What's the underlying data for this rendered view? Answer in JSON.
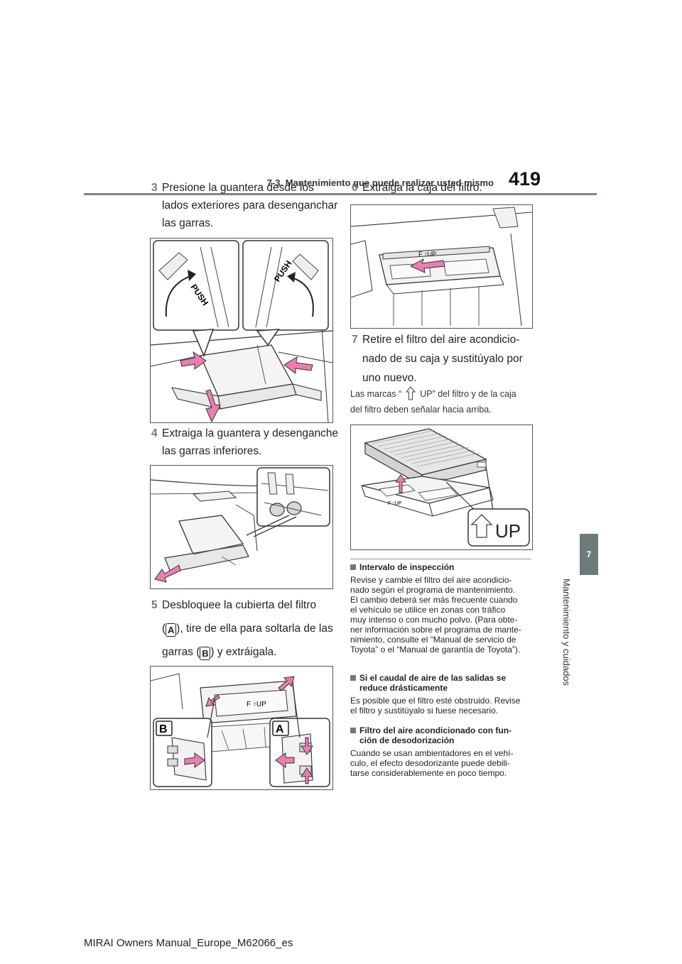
{
  "header": {
    "section_title": "7-3. Mantenimiento que puede realizar usted mismo",
    "page_number": "419"
  },
  "side_tab": {
    "chapter_number": "7",
    "chapter_title": "Mantenimiento y cuidados"
  },
  "steps": {
    "s3": {
      "num": "3",
      "line1": "Presione la guantera desde los",
      "line2": "lados exteriores para desenganchar",
      "line3": "las garras."
    },
    "s4": {
      "num": "4",
      "line1": "Extraiga la guantera y desenganche",
      "line2": "las garras inferiores."
    },
    "s5": {
      "num": "5",
      "line1": "Desbloquee la cubierta del filtro",
      "line2_pre": "(",
      "label_a": "A",
      "line2_post": "), tire de ella para soltarla de las",
      "line3_pre": "garras (",
      "label_b": "B",
      "line3_post": ") y extráigala."
    },
    "s6": {
      "num": "6",
      "line1": "Extraiga la caja del filtro."
    },
    "s7": {
      "num": "7",
      "line1": "Retire el filtro del aire acondicio-",
      "line2": "nado de su caja y sustitúyalo por",
      "line3": "uno nuevo."
    }
  },
  "note": {
    "line1_pre": "Las marcas “",
    "line1_post": "UP” del filtro y de la caja",
    "line2": "del filtro deben señalar hacia arriba."
  },
  "figures": {
    "push_label": "PUSH",
    "filter_mark": "F ↑UP",
    "label_a": "A",
    "label_b": "B",
    "up_label": "UP",
    "filter_small_mark": "F ↑UP",
    "filter_case_mark": "F ↑UP"
  },
  "sections": [
    {
      "title_line1": "Intervalo de inspección",
      "title_line2": "",
      "body": [
        "Revise y cambie el filtro del aire acondicio-",
        "nado según el programa de mantenimiento.",
        "El cambio deberá ser más frecuente cuando",
        "el vehículo se utilice en zonas con tráfico",
        "muy intenso o con mucho polvo. (Para obte-",
        "ner información sobre el programa de mante-",
        "nimiento, consulte el “Manual de servicio de",
        "Toyota” o el “Manual de garantía de Toyota”)."
      ]
    },
    {
      "title_line1": "Si el caudal de aire de las salidas se",
      "title_line2": "reduce drásticamente",
      "body": [
        "Es posible que el filtro esté obstruido. Revise",
        "el filtro y sustitúyalo si fuese necesario."
      ]
    },
    {
      "title_line1": "Filtro del aire acondicionado con fun-",
      "title_line2": "ción de desodorización",
      "body": [
        "Cuando se usan ambientadores en el vehí-",
        "culo, el efecto desodorizante puede debili-",
        "tarse considerablemente en poco tiempo."
      ]
    }
  ],
  "footer": {
    "text": "MIRAI Owners Manual_Europe_M62066_es"
  },
  "colors": {
    "accent": "#6f7b7a",
    "arrow_pink": "#e97fb0"
  }
}
